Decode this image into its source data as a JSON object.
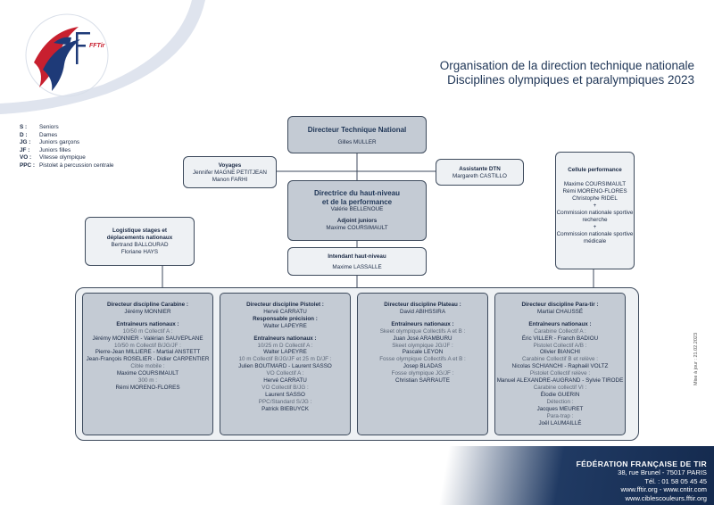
{
  "logo": {
    "text": "FFTir"
  },
  "title": {
    "line1": "Organisation de la direction technique nationale",
    "line2": "Disciplines olympiques et paralympiques 2023"
  },
  "legend": [
    {
      "key": "S :",
      "value": "Seniors"
    },
    {
      "key": "D :",
      "value": "Dames"
    },
    {
      "key": "JG :",
      "value": "Juniors garçons"
    },
    {
      "key": "JF :",
      "value": "Juniors filles"
    },
    {
      "key": "VO :",
      "value": "Vitesse olympique"
    },
    {
      "key": "PPC :",
      "value": "Pistolet à percussion centrale"
    }
  ],
  "dtn": {
    "title": "Directeur Technique National",
    "name": "Gilles MULLER"
  },
  "voyages": {
    "title": "Voyages",
    "names": [
      "Jennifer MAGNE PETITJEAN",
      "Manon FARHI"
    ]
  },
  "assistante": {
    "title": "Assistante DTN",
    "name": "Margareth CASTILLO"
  },
  "directrice": {
    "title1": "Directrice du haut-niveau",
    "title2": "et de la performance",
    "name": "Valérie BELLENOUE",
    "adjoint_title": "Adjoint juniors",
    "adjoint_name": "Maxime COURSIMAULT"
  },
  "intendant": {
    "title": "Intendant haut-niveau",
    "name": "Maxime LASSALLE"
  },
  "logistique": {
    "title1": "Logistique stages et",
    "title2": "déplacements nationaux",
    "names": [
      "Bertrand BALLOURAD",
      "Floriane HAYS"
    ]
  },
  "cellule": {
    "title": "Cellule performance",
    "lines": [
      "Maxime COURSIMAULT",
      "Rémi MORENO-FLORES",
      "Christophe RIDEL",
      "+",
      "Commission nationale sportive",
      "recherche",
      "+",
      "Commission nationale sportive",
      "médicale"
    ]
  },
  "columns": [
    {
      "lines": [
        {
          "t": "Directeur discipline Carabine :",
          "b": true
        },
        {
          "t": "Jérémy MONNIER",
          "b": false
        },
        {
          "t": "",
          "sp": true
        },
        {
          "t": "Entraîneurs nationaux :",
          "b": true
        },
        {
          "t": "10/50 m Collectif A :",
          "g": true
        },
        {
          "t": "Jérémy MONNIER - Valérian SAUVEPLANE",
          "b": false
        },
        {
          "t": "10/50 m Collectif B/JG/JF :",
          "g": true
        },
        {
          "t": "Pierre-Jean MILLIERE - Martial ANSTETT",
          "b": false
        },
        {
          "t": "Jean-François ROSELIER - Didier CARPENTIER",
          "b": false
        },
        {
          "t": "Cible mobile :",
          "g": true
        },
        {
          "t": "Maxime COURSIMAULT",
          "b": false
        },
        {
          "t": "300 m :",
          "g": true
        },
        {
          "t": "Rémi MORENO-FLORES",
          "b": false
        }
      ]
    },
    {
      "lines": [
        {
          "t": "Directeur discipline Pistolet :",
          "b": true
        },
        {
          "t": "Hervé CARRATU",
          "b": false
        },
        {
          "t": "Responsable précision :",
          "b": true
        },
        {
          "t": "Walter LAPEYRE",
          "b": false
        },
        {
          "t": "",
          "sp": true
        },
        {
          "t": "Entraîneurs nationaux :",
          "b": true
        },
        {
          "t": "10/25 m D Collectif A :",
          "g": true
        },
        {
          "t": "Walter LAPEYRE",
          "b": false
        },
        {
          "t": "10 m Collectif B/JG/JF et 25 m D/JF :",
          "g": true
        },
        {
          "t": "Julien BOUTMARD - Laurent SASSO",
          "b": false
        },
        {
          "t": "VO Collectif A :",
          "g": true
        },
        {
          "t": "Hervé CARRATU",
          "b": false
        },
        {
          "t": "VO Collectif B/JG :",
          "g": true
        },
        {
          "t": "Laurent SASSO",
          "b": false
        },
        {
          "t": "PPC/Standard S/JG :",
          "g": true
        },
        {
          "t": "Patrick BIEBUYCK",
          "b": false
        }
      ]
    },
    {
      "lines": [
        {
          "t": "Directeur discipline Plateau :",
          "b": true
        },
        {
          "t": "David ABIHSSIRA",
          "b": false
        },
        {
          "t": "",
          "sp": true
        },
        {
          "t": "Entraîneurs nationaux :",
          "b": true
        },
        {
          "t": "Skeet olympique Collectifs A et B :",
          "g": true
        },
        {
          "t": "Juan José ARAMBURU",
          "b": false
        },
        {
          "t": "Skeet olympique JG/JF :",
          "g": true
        },
        {
          "t": "Pascale LEYON",
          "b": false
        },
        {
          "t": "Fosse olympique Collectifs A et B :",
          "g": true
        },
        {
          "t": "Josep BLADAS",
          "b": false
        },
        {
          "t": "Fosse olympique JG/JF :",
          "g": true
        },
        {
          "t": "Christian SARRAUTE",
          "b": false
        }
      ]
    },
    {
      "lines": [
        {
          "t": "Directeur discipline Para-tir :",
          "b": true
        },
        {
          "t": "Martial CHAUSSÉ",
          "b": false
        },
        {
          "t": "",
          "sp": true
        },
        {
          "t": "Entraîneurs nationaux :",
          "b": true
        },
        {
          "t": "Carabine Collectif A :",
          "g": true
        },
        {
          "t": "Éric VILLER - Franch BADIOU",
          "b": false
        },
        {
          "t": "Pistolet Collectif A/B :",
          "g": true
        },
        {
          "t": "Olivier BIANCHI",
          "b": false
        },
        {
          "t": "Carabine Collectif B et relève :",
          "g": true
        },
        {
          "t": "Nicolas SCHIANCHI - Raphaël VOLTZ",
          "b": false
        },
        {
          "t": "Pistolet Collectif relève :",
          "g": true
        },
        {
          "t": "Manuel ALEXANDRE-AUGRAND - Sylvie TIRODE",
          "b": false
        },
        {
          "t": "Carabine collectif VI :",
          "g": true
        },
        {
          "t": "Élodie GUERIN",
          "b": false
        },
        {
          "t": "Détection :",
          "g": true
        },
        {
          "t": "Jacques MEURET",
          "b": false
        },
        {
          "t": "Para-trap :",
          "g": true
        },
        {
          "t": "Joël LAUMAILLÉ",
          "b": false
        }
      ]
    }
  ],
  "date_note": "Mise à jour : 21.02.2023",
  "footer": {
    "org": "FÉDÉRATION FRANÇAISE DE TIR",
    "address": "38, rue Brunel - 75017 PARIS",
    "tel": "Tél. : 01 58 05 45 45",
    "web1": "www.fftir.org - www.cntir.com",
    "web2": "www.ciblescouleurs.fftir.org"
  }
}
